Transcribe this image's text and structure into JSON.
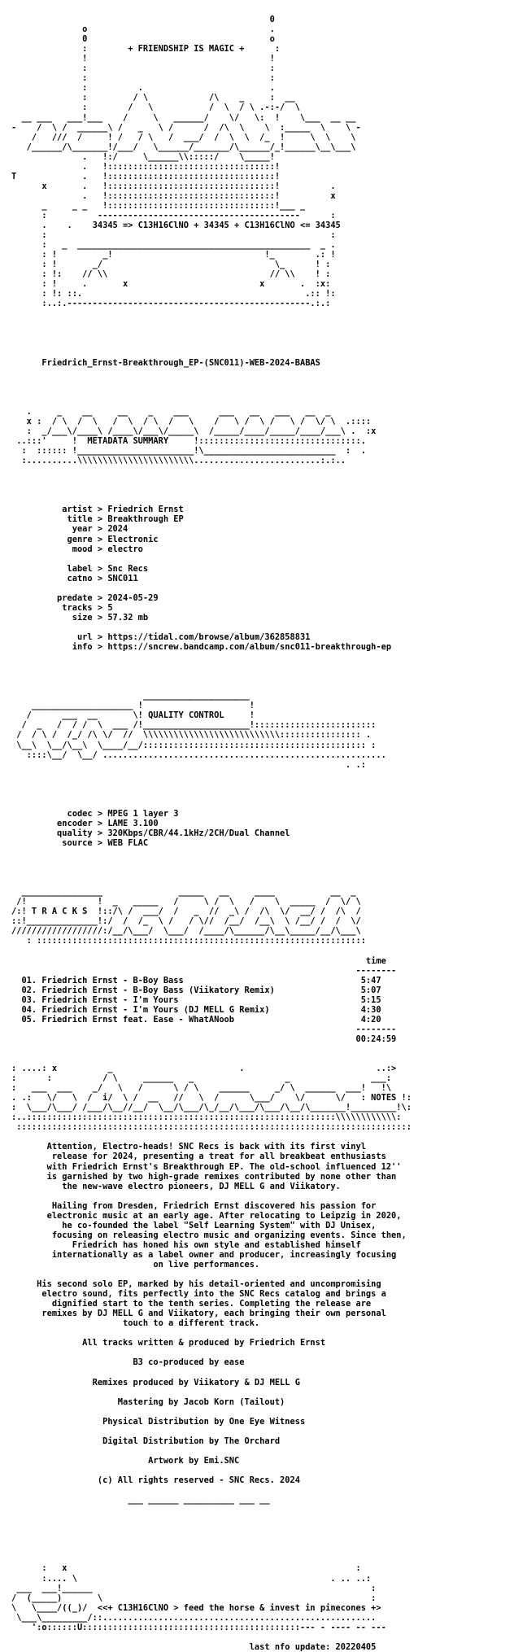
{
  "nfo": {
    "lines": [
      "",
      "                                                   0",
      "              o                                    .",
      "              0                                    o",
      "              :        + FRIENDSHIP IS MAGIC +      :",
      "              !                                    !",
      "              :                                    :",
      "              :                                    :",
      "              :          .                         .",
      "              :         / \\            /\\    _     :  __",
      "              :        /   \\           /  \\  / \\ .-:-/  \\",
      "  __ ___   ___!___    /     \\   ______/    \\/   \\:  !    \\___  __ __",
      "-    /  \\ /  ______\\ /   _   \\ /      /  /\\  \\    \\  :_____  \\    \\ -",
      "    /   ///  /     ! /   / \\   /  ___/  /  \\  \\  /_  !     \\  \\    \\",
      "   /______/\\_______!/___/   \\______/_______/\\______/_!______\\__\\___\\",
      "              .   !:/     \\______\\\\:::::/    \\_____!",
      "              .   !:::::::::::::::::::::::::::::::::!",
      "T             .   !:::::::::::::::::::::::::::::::::!",
      "      x       .   !:::::::::::::::::::::::::::::::::!          .",
      "              .   !:::::::::::::::::::::::::::::::::!          x",
      "      _     _ _   !:::::::::::::::::::::::::::::::::!___ _",
      "      :          ----------------------------------------      :",
      "      .    .    34345 => C13H16ClNO + 34345 + C13H16ClNO <= 34345",
      "      :                                                        :",
      "      :   _  ______________________________________________  _ .",
      "      : !         _!                              !_        .: !",
      "      : !       _/                                  \\_      ! :",
      "      : !:    // \\\\                                // \\\\    ! :",
      "      : !     .       x                          x       .  :x:",
      "      : !: ::.                                            .:: !:",
      "      :..:.------------------------------------------------.:.:",
      "",
      "",
      "",
      "",
      "",
      "      Friedrich_Ernst-Breakthrough_EP-(SNC011)-WEB-2024-BABAS",
      "",
      "",
      "",
      "",
      "   .     _    __     __    _    ___      ___   __   ___   __  _",
      "   x :  / \\  /  \\   /  \\  / \\  /   \\    /   \\ /  \\ /   \\ /  \\/ \\  .::::",
      "   :  _/___\\/____\\ /____\\/___\\/_____\\  /_____/____/_____/____/___\\ .  :x",
      " ..:::'     !  METADATA SUMMARY     !::::::::::::::::::::::::::::::::.",
      "  :  :::::: !_______________________!\\__________________________  :  .",
      "  :..........\\\\\\\\\\\\\\\\\\\\\\\\\\\\\\\\\\\\\\\\\\\\\\.........................:.:..",
      "",
      "",
      "",
      "",
      "          artist > Friedrich Ernst",
      "           title > Breakthrough EP",
      "            year > 2024",
      "           genre > Electronic",
      "            mood > electro",
      "",
      "           label > Snc Recs",
      "           catno > SNC011",
      "",
      "         predate > 2024-05-29",
      "          tracks > 5",
      "            size > 57.32 mb",
      "",
      "             url > https://tidal.com/browse/album/362858831",
      "            info > https://sncrew.bandcamp.com/album/snc011-breakthrough-ep",
      "",
      "",
      "",
      "",
      "                          _____________________",
      "    ____________________ !                     !",
      "   /      ___  __       \\! QUALITY CONTROL     !",
      "  /  _   /  / /  \\  ___ /!_____________________!::::::::::::::::::::::::",
      " /  / \\ /  /_/ /\\ \\/  //  \\\\\\\\\\\\\\\\\\\\\\\\\\\\\\\\\\\\\\\\\\\\\\\\\\\\\\:::::::::::::::: .",
      " \\__\\  \\__/\\__\\  \\____/__/:::::::::::::::::::::::::::::::::::::::::::: :",
      "   ::::\\__/  \\__/ ........................................................",
      "                                                                  . .:",
      "",
      "",
      "",
      "",
      "           codec > MPEG 1 layer 3",
      "         encoder > LAME 3.100",
      "         quality > 320Kbps/CBR/44.1kHz/2CH/Dual Channel",
      "          source > WEB FLAC",
      "",
      "",
      "",
      "",
      "  ________________               _____   __     ____           __  _",
      " /!              !  _   _____   /     \\ /  \\   /    \\  _____  /  \\/ \\",
      "/:! T R A C K S  !::/\\ /  ___/  /   _  //  _\\ /  /\\  \\/  __/ /  /\\  /",
      "::!______________!:/  /  /_  \\ /   / \\//  /__/  /__\\  \\ /__/ /  /  \\/",
      "//////////////////:/__/\\___/  \\___/  /____/\\______/\\__\\_____/__/\\___\\",
      "   : :::::::::::::::::::::::::::::::::::::::::::::::::::::::::::::::::",
      "",
      "                                                                      time",
      "                                                                    --------",
      "  01. Friedrich Ernst - B-Boy Bass                                   5:47",
      "  02. Friedrich Ernst - B-Boy Bass (Viikatory Remix)                 5:07",
      "  03. Friedrich Ernst - I'm Yours                                    5:15",
      "  04. Friedrich Ernst - I'm Yours (DJ MELL G Remix)                  4:30",
      "  05. Friedrich Ernst feat. Ease - WhatANoob                         4:20",
      "                                                                    --------",
      "                                                                    00:24:59",
      "",
      "",
      ": ....: x          _                         .                          ..:>",
      ":      :          / \\     ______   _                  _                ___:",
      ":   ___  ___    _/   \\   /      \\ / \\    ______     _/ \\  ______  ___!   !\\",
      ". .:   \\/   \\  /  i/  \\ /  __   //   \\  /      \\___/    \\/      \\/   : NOTES !:",
      ":  \\___/\\___/ /___/\\__//__/  \\__/\\___/\\_/__/\\___/\\___/\\__/\\_______!_________!\\:",
      ":..:::::::::::::::::::::::::::::::::::::::::::::::::::::::::::::\\\\\\\\\\\\\\\\\\\\\\\\:",
      " ::::::::::::::::::::::::::::::::::::::::::::::::::::::::::::::::::::::::::::::",
      "",
      "       Attention, Electro-heads! SNC Recs is back with its first vinyl",
      "        release for 2024, presenting a treat for all breakbeat enthusiasts",
      "       with Friedrich Ernst's Breakthrough EP. The old-school influenced 12''",
      "       is garnished by two high-grade remixes contributed by none other than",
      "          the new-wave electro pioneers, DJ MELL G and Viikatory.",
      "",
      "        Hailing from Dresden, Friedrich Ernst discovered his passion for",
      "       electronic music at an early age. After relocating to Leipzig in 2020,",
      "          he co-founded the label \"Self Learning System\" with DJ Unisex,",
      "        focusing on releasing electro music and organizing events. Since then,",
      "            Friedrich has honed his own style and established himself",
      "        internationally as a label owner and producer, increasingly focusing",
      "                            on live performances.",
      "",
      "     His second solo EP, marked by his detail-oriented and uncompromising",
      "      electro sound, fits perfectly into the SNC Recs catalog and brings a",
      "        dignified start to the tenth series. Completing the release are",
      "      remixes by DJ MELL G and Viikatory, each bringing their own personal",
      "                      touch to a different track.",
      "",
      "              All tracks written & produced by Friedrich Ernst",
      "",
      "                        B3 co-produced by ease",
      "",
      "                Remixes produced by Viikatory & DJ MELL G",
      "",
      "                     Mastering by Jacob Korn (Tailout)",
      "",
      "                  Physical Distribution by One Eye Witness",
      "",
      "                  Digital Distribution by The Orchard",
      "",
      "                           Artwork by Emi.SNC",
      "",
      "                 (c) All rights reserved - SNC Recs. 2024",
      "",
      "                       ___ ______ __________ ___ __",
      "",
      "",
      "",
      "",
      "",
      "",
      "      :   x                                                         :",
      "      :.... \\                                                  . .. ..:",
      " ___  ___!______                                                       :",
      "/  (_____)       \\                                                     :",
      "\\   \\____/((_)/  <<+ C13H16ClNO > feed the horse & invest in pinecones +>",
      " \\___\\_________/::......................................................",
      "    ':o::::::U:::::::::::::::::::::::::::::::::::::::::::--- - ---- -- ---",
      "",
      "                                               last nfo update: 20220405"
    ]
  }
}
